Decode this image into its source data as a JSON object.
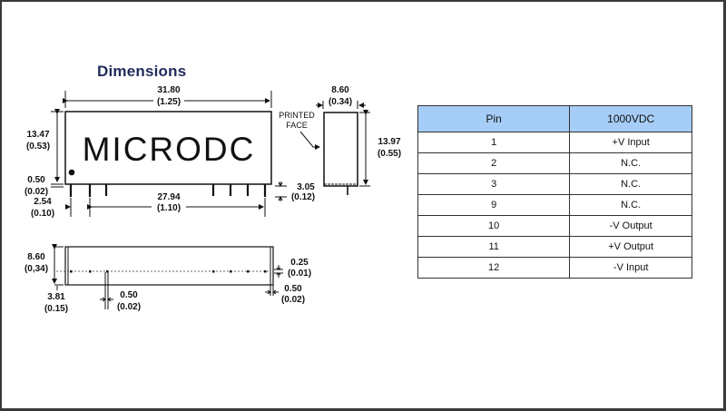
{
  "title": "Dimensions",
  "drawing": {
    "brand_text": "MICRODC",
    "printed_face_label_line1": "PRINTED",
    "printed_face_label_line2": "FACE",
    "front_view": {
      "length_mm": "31.80",
      "length_in": "(1.25)",
      "height_mm": "13.47",
      "height_in": "(0.53)",
      "standoff_mm": "0.50",
      "standoff_in": "(0.02)",
      "pin_pitch_mm": "2.54",
      "pin_pitch_in": "(0.10)",
      "pin_span_mm": "27.94",
      "pin_span_in": "(1.10)",
      "pin_length_mm": "3.05",
      "pin_length_in": "(0.12)"
    },
    "side_view": {
      "width_mm": "8.60",
      "width_in": "(0.34)",
      "height_mm": "13.97",
      "height_in": "(0.55)"
    },
    "bottom_view": {
      "width_mm": "8.60",
      "width_in": "(0,34)",
      "pin_row_offset_mm": "3.81",
      "pin_row_offset_in": "(0.15)",
      "pin_dia_mm": "0.50",
      "pin_dia_in": "(0.02)",
      "pin_thickness_mm": "0.25",
      "pin_thickness_in": "(0.01)",
      "end_gap_mm": "0.50",
      "end_gap_in": "(0.02)"
    }
  },
  "colors": {
    "title": "#1f2a5c",
    "table_header_bg": "#a6cdf7",
    "frame_border": "#3a3a3a"
  },
  "pin_table": {
    "headers": [
      "Pin",
      "1000VDC"
    ],
    "rows": [
      [
        "1",
        "+V Input"
      ],
      [
        "2",
        "N.C."
      ],
      [
        "3",
        "N.C."
      ],
      [
        "9",
        "N.C."
      ],
      [
        "10",
        "-V Output"
      ],
      [
        "11",
        "+V Output"
      ],
      [
        "12",
        "-V Input"
      ]
    ]
  }
}
